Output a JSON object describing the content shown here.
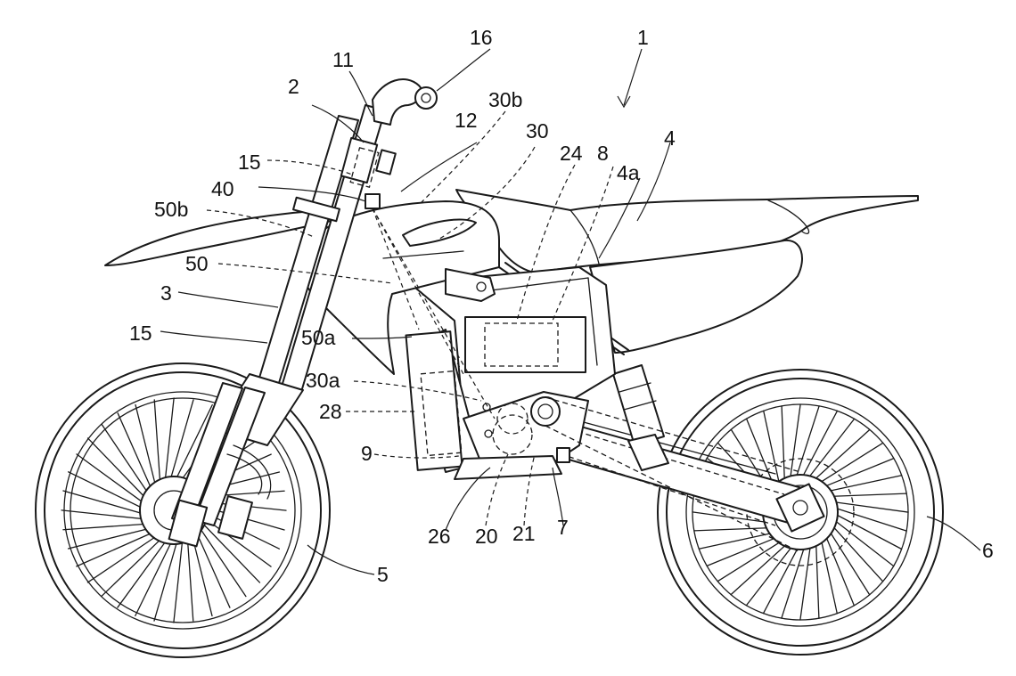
{
  "figure": {
    "labels": {
      "l1": "1",
      "l2": "2",
      "l3": "3",
      "l4": "4",
      "l4a": "4a",
      "l5": "5",
      "l6": "6",
      "l7": "7",
      "l8": "8",
      "l9": "9",
      "l11": "11",
      "l12": "12",
      "l15a": "15",
      "l15b": "15",
      "l16": "16",
      "l20": "20",
      "l21": "21",
      "l24": "24",
      "l26": "26",
      "l28": "28",
      "l30": "30",
      "l30a": "30a",
      "l30b": "30b",
      "l40": "40",
      "l50": "50",
      "l50a": "50a",
      "l50b": "50b"
    }
  }
}
